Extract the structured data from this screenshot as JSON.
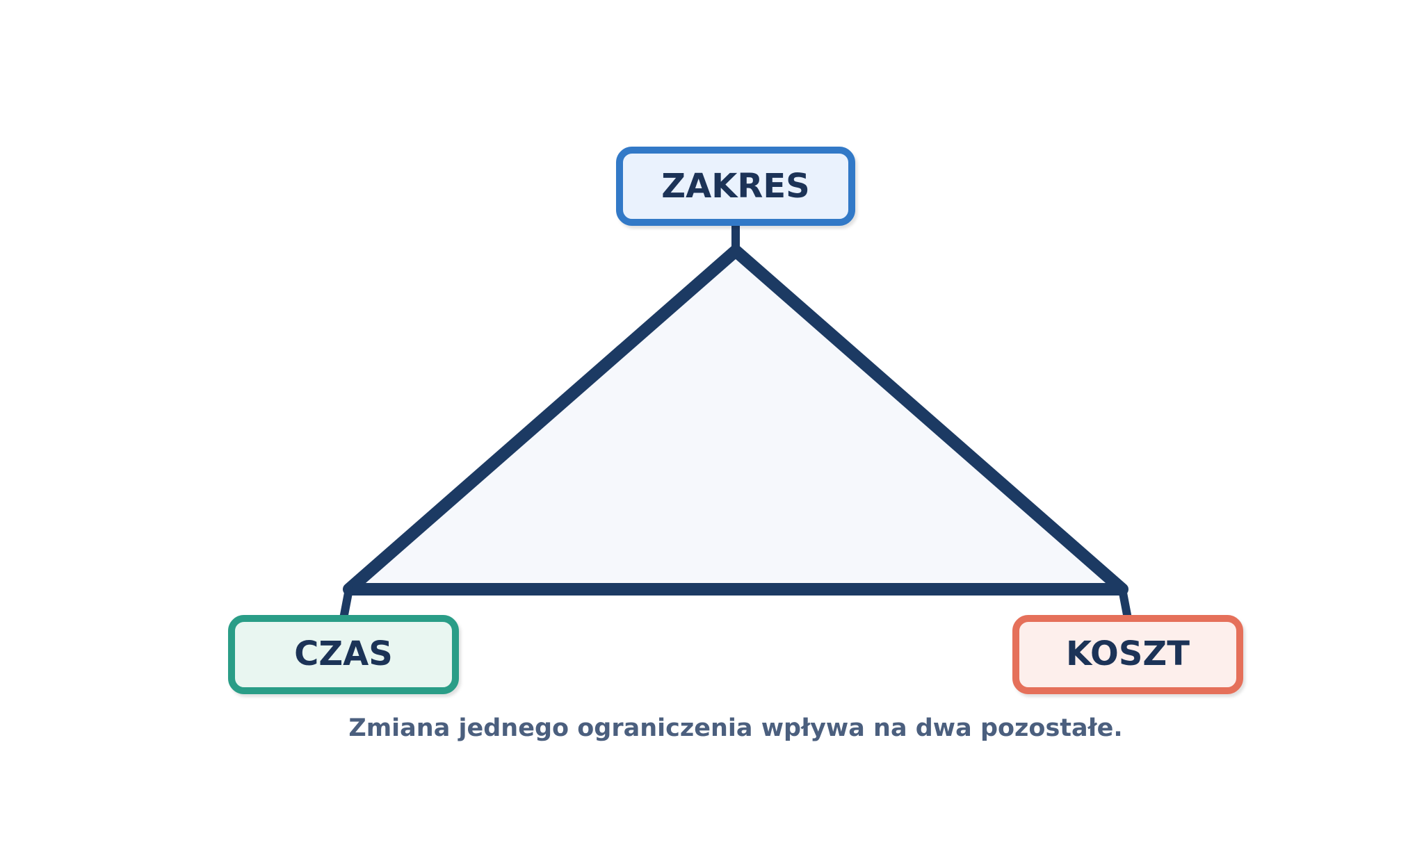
{
  "diagram": {
    "nodes": {
      "top": {
        "label": "ZAKRES"
      },
      "left": {
        "label": "CZAS"
      },
      "right": {
        "label": "KOSZT"
      }
    },
    "caption": "Zmiana jednego ograniczenia wpływa na dwa pozostałe."
  },
  "colors": {
    "background": "#ffffff",
    "triangle_fill": "#f6f8fc",
    "triangle_stroke": "#1c3a63",
    "label_text": "#1c3357",
    "caption_text": "#4b5f7e",
    "scope_border": "#3279c7",
    "scope_fill": "#eaf2fd",
    "time_border": "#2a9d87",
    "time_fill": "#e9f6f1",
    "cost_border": "#e5705a",
    "cost_fill": "#fdefec"
  }
}
